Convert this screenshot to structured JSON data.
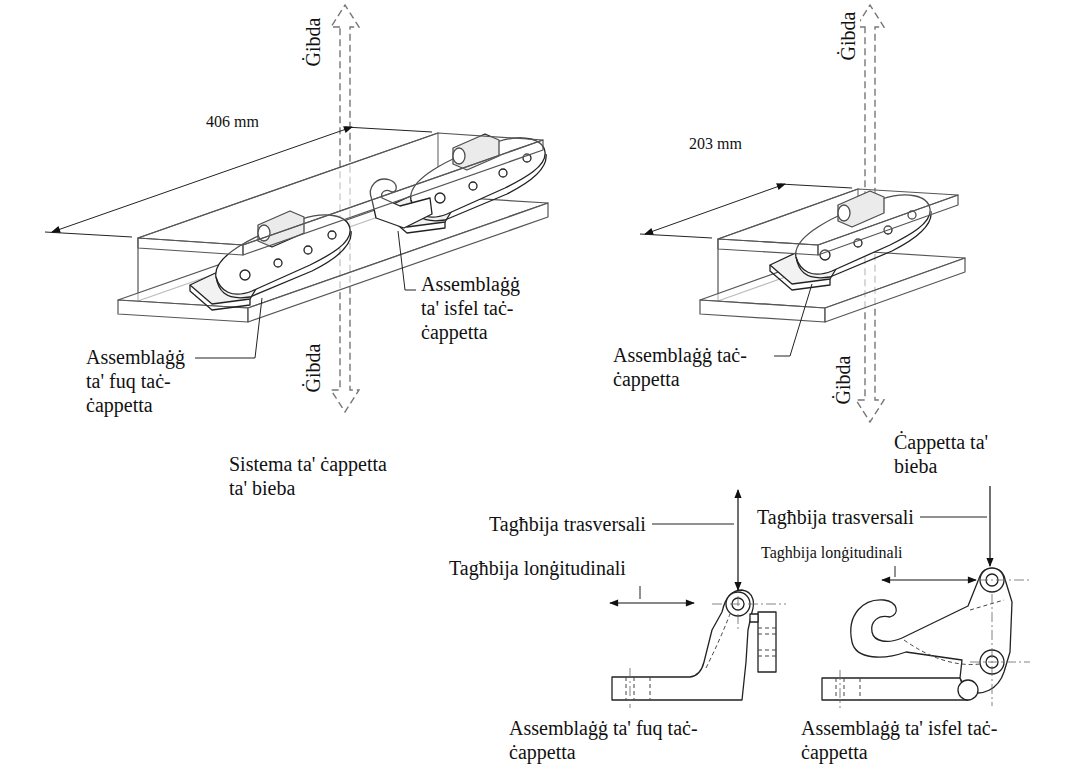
{
  "diagram": {
    "labels": [
      "Ġibda",
      "406 mm",
      "Assemblaġġ ta' isfel taċ-ċappetta",
      "Assemblaġġ ta' fuq taċ-ċappetta",
      "Ġibda",
      "Sistema ta' ċappetta ta' bieba",
      "Ġibda",
      "203 mm",
      "Assemblaġġ taċ-ċappetta",
      "Ġibda",
      "Ċappetta ta' bieba",
      "Tagħbija trasversali",
      "Tagħbija trasversali",
      "Tagħbija lonġitudinali",
      "Taghbija lonġitudinali",
      "Assemblaġġ ta' fuq taċ-ċappetta",
      "Assemblaġġ ta' isfel taċ-ċappetta"
    ]
  }
}
